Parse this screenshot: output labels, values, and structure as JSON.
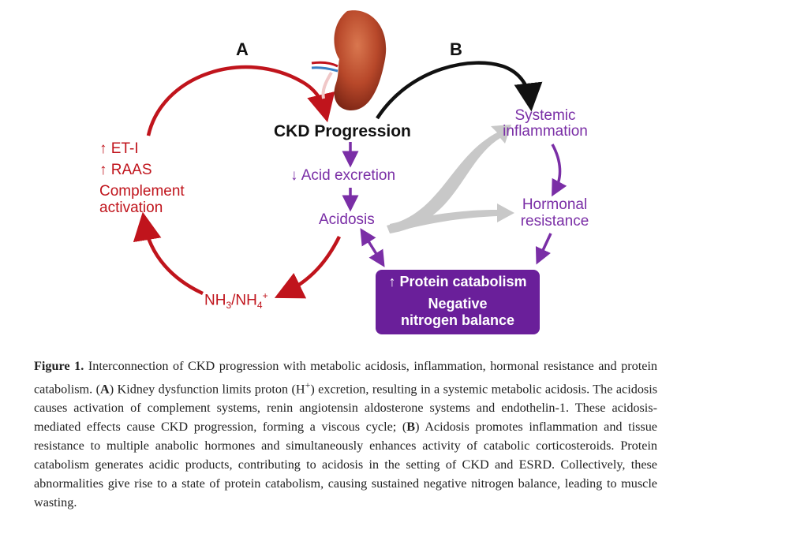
{
  "diagram": {
    "panel_a": "A",
    "panel_b": "B",
    "center_title": "CKD Progression",
    "acid_excretion": "↓ Acid excretion",
    "acidosis": "Acidosis",
    "et1": "↑ ET-I",
    "raas": "↑ RAAS",
    "complement": "Complement",
    "activation": "activation",
    "nh3": "NH",
    "nh3_sub": "3",
    "nh4_sep": "/NH",
    "nh4_sub": "4",
    "nh4_sup": "+",
    "systemic": "Systemic",
    "inflammation": "inflammation",
    "hormonal": "Hormonal",
    "resistance": "resistance",
    "box_line1": "↑ Protein catabolism",
    "box_line2": "Negative",
    "box_line3": "nitrogen balance",
    "colors": {
      "red": "#c0141c",
      "purple": "#7a2ea6",
      "box": "#6a1f9a",
      "gray": "#c8c8c8"
    },
    "icons": [
      "kidney-icon"
    ]
  },
  "caption": {
    "label": "Figure 1.",
    "text_1": " Interconnection of CKD progression with metabolic acidosis, inflammation, hormonal resistance and protein catabolism. (",
    "a": "A",
    "text_2": ") Kidney dysfunction limits proton (H",
    "h_sup": "+",
    "text_3": ") excretion, resulting in a systemic metabolic acidosis. The acidosis causes activation of complement systems, renin angiotensin aldosterone systems and endothelin-1. These acidosis-mediated effects cause CKD progression, forming a viscous cycle; (",
    "b": "B",
    "text_4": ") Acidosis promotes inflammation and tissue resistance to multiple anabolic hormones and simultaneously enhances activity of catabolic corticosteroids. Protein catabolism generates acidic products, contributing to acidosis in the setting of CKD and ESRD. Collectively, these abnormalities give rise to a state of protein catabolism, causing sustained negative nitrogen balance, leading to muscle wasting."
  }
}
